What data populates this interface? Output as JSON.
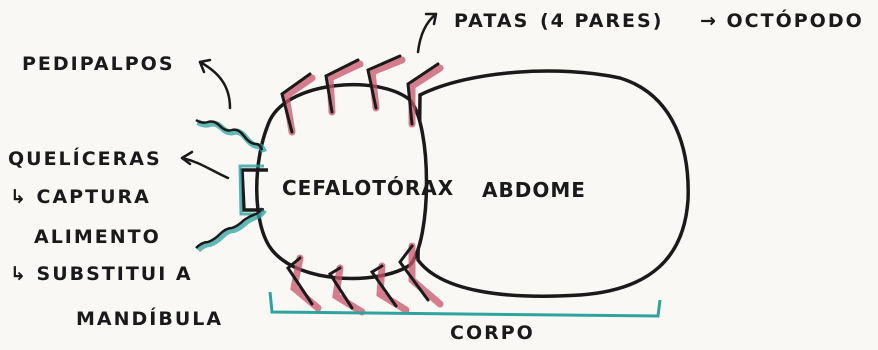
{
  "labels": {
    "pedipalpos": "PEDIPALPOS",
    "queliceras": "QUELÍCERAS",
    "captura": "↳ CAPTURA",
    "alimento": "ALIMENTO",
    "substitui": "↳ SUBSTITUI A",
    "mandibula": "MANDÍBULA",
    "patas": "PATAS",
    "paresi": "(4 PARES)",
    "octopodo": "→ OCTÓPODO",
    "cefalotorax": "CEFALOTÓRAX",
    "abdome": "ABDOME",
    "corpo": "CORPO"
  },
  "colors": {
    "ink": "#1a1a1a",
    "leg_highlight": "#c9546a",
    "appendage_highlight": "#2fa3a0",
    "bracket": "#2fa3a0",
    "background": "#faf8f5"
  }
}
